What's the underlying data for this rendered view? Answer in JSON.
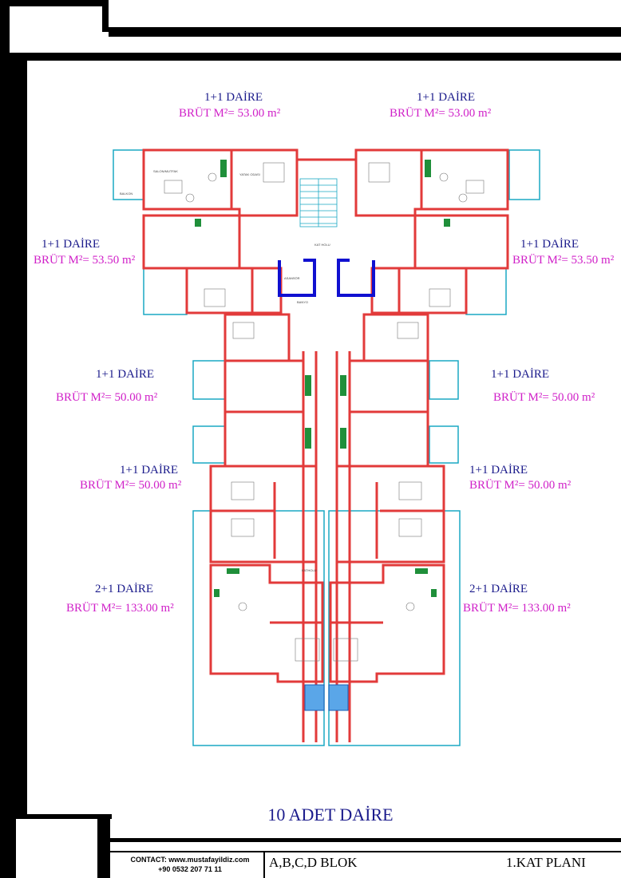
{
  "plan_title": "10 ADET DAİRE",
  "title_block": {
    "contact_line1": "CONTACT:  www.mustafayildiz.com",
    "contact_line2": "+90 0532 207 71 11",
    "block": "A,B,C,D BLOK",
    "floor_plan": "1.KAT PLANI"
  },
  "units": [
    {
      "title": "1+1 DAİRE",
      "area": "BRÜT M²= 53.00 m²"
    },
    {
      "title": "1+1 DAİRE",
      "area": "BRÜT M²= 53.00 m²"
    },
    {
      "title": "1+1 DAİRE",
      "area": "BRÜT M²= 53.50 m²"
    },
    {
      "title": "1+1 DAİRE",
      "area": "BRÜT M²= 53.50 m²"
    },
    {
      "title": "1+1 DAİRE",
      "area": "BRÜT M²= 50.00 m²"
    },
    {
      "title": "1+1 DAİRE",
      "area": "BRÜT M²= 50.00 m²"
    },
    {
      "title": "1+1 DAİRE",
      "area": "BRÜT M²= 50.00 m²"
    },
    {
      "title": "1+1 DAİRE",
      "area": "BRÜT M²= 50.00 m²"
    },
    {
      "title": "2+1 DAİRE",
      "area": "BRÜT M²= 133.00 m²"
    },
    {
      "title": "2+1 DAİRE",
      "area": "BRÜT M²= 133.00 m²"
    }
  ],
  "room_labels": {
    "salon": "SALON/MUTFAK",
    "yatak": "YATAK ODASI",
    "banyo": "BANYO",
    "balkon": "BALKON",
    "kat_holu": "KAT HOLU",
    "asansor": "ASANSÖR",
    "kat_holu_2": "KATHOLU"
  },
  "colors": {
    "wall": "#e23a3a",
    "balcony": "#1aa8c4",
    "elevator": "#1010d0",
    "frame": "#000000",
    "title": "#1c1c8c",
    "area": "#d020c8"
  }
}
